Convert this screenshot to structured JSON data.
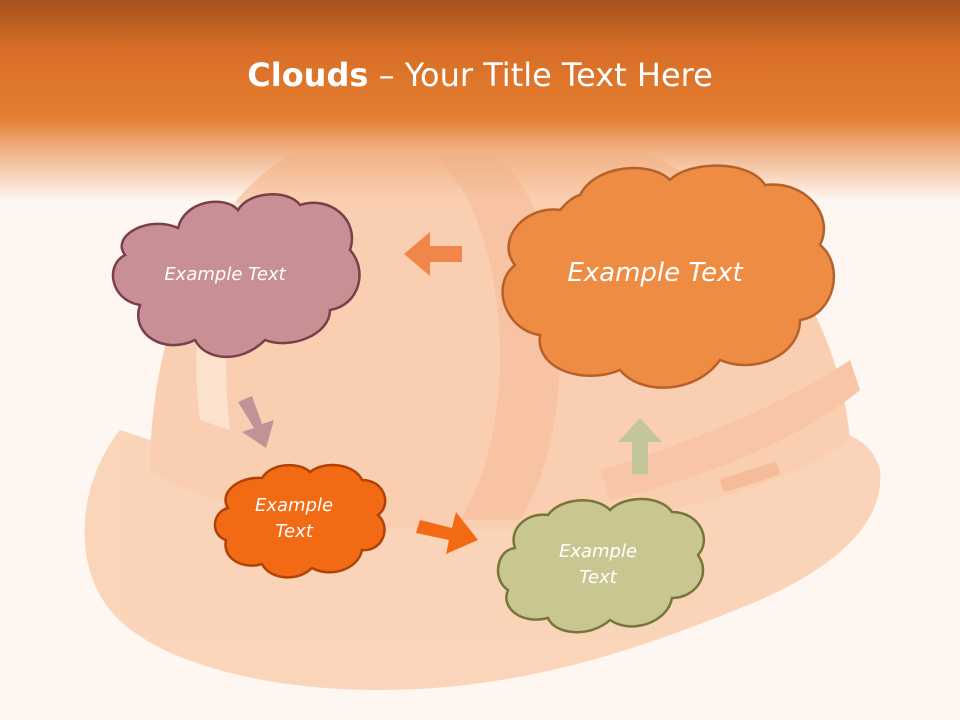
{
  "title": {
    "bold": "Clouds",
    "dash": "–",
    "rest": "Your Title Text Here"
  },
  "clouds": [
    {
      "id": "mauve",
      "text": "Example Text",
      "fill": "#c89094",
      "stroke": "#7a3f49"
    },
    {
      "id": "orange-large",
      "text": "Example Text",
      "fill": "#ef8c43",
      "stroke": "#b4612a"
    },
    {
      "id": "orange-red",
      "text": "Example Text",
      "fill": "#f26a14",
      "stroke": "#b04208"
    },
    {
      "id": "olive",
      "text": "Example Text",
      "fill": "#c9c692",
      "stroke": "#777638"
    }
  ],
  "colors": {
    "header": "#e57e30",
    "background": "#fdf6f1",
    "helmet": "#f8c7a4"
  },
  "arrows": [
    {
      "id": "arrow-left",
      "from": "orange-large",
      "to": "mauve",
      "fill": "#f0864a"
    },
    {
      "id": "arrow-down",
      "from": "mauve",
      "to": "orange-red",
      "fill": "#c39296"
    },
    {
      "id": "arrow-right",
      "from": "orange-red",
      "to": "olive",
      "fill": "#f26a14"
    },
    {
      "id": "arrow-up",
      "from": "olive",
      "to": "orange-large",
      "fill": "#c3c59b"
    }
  ]
}
